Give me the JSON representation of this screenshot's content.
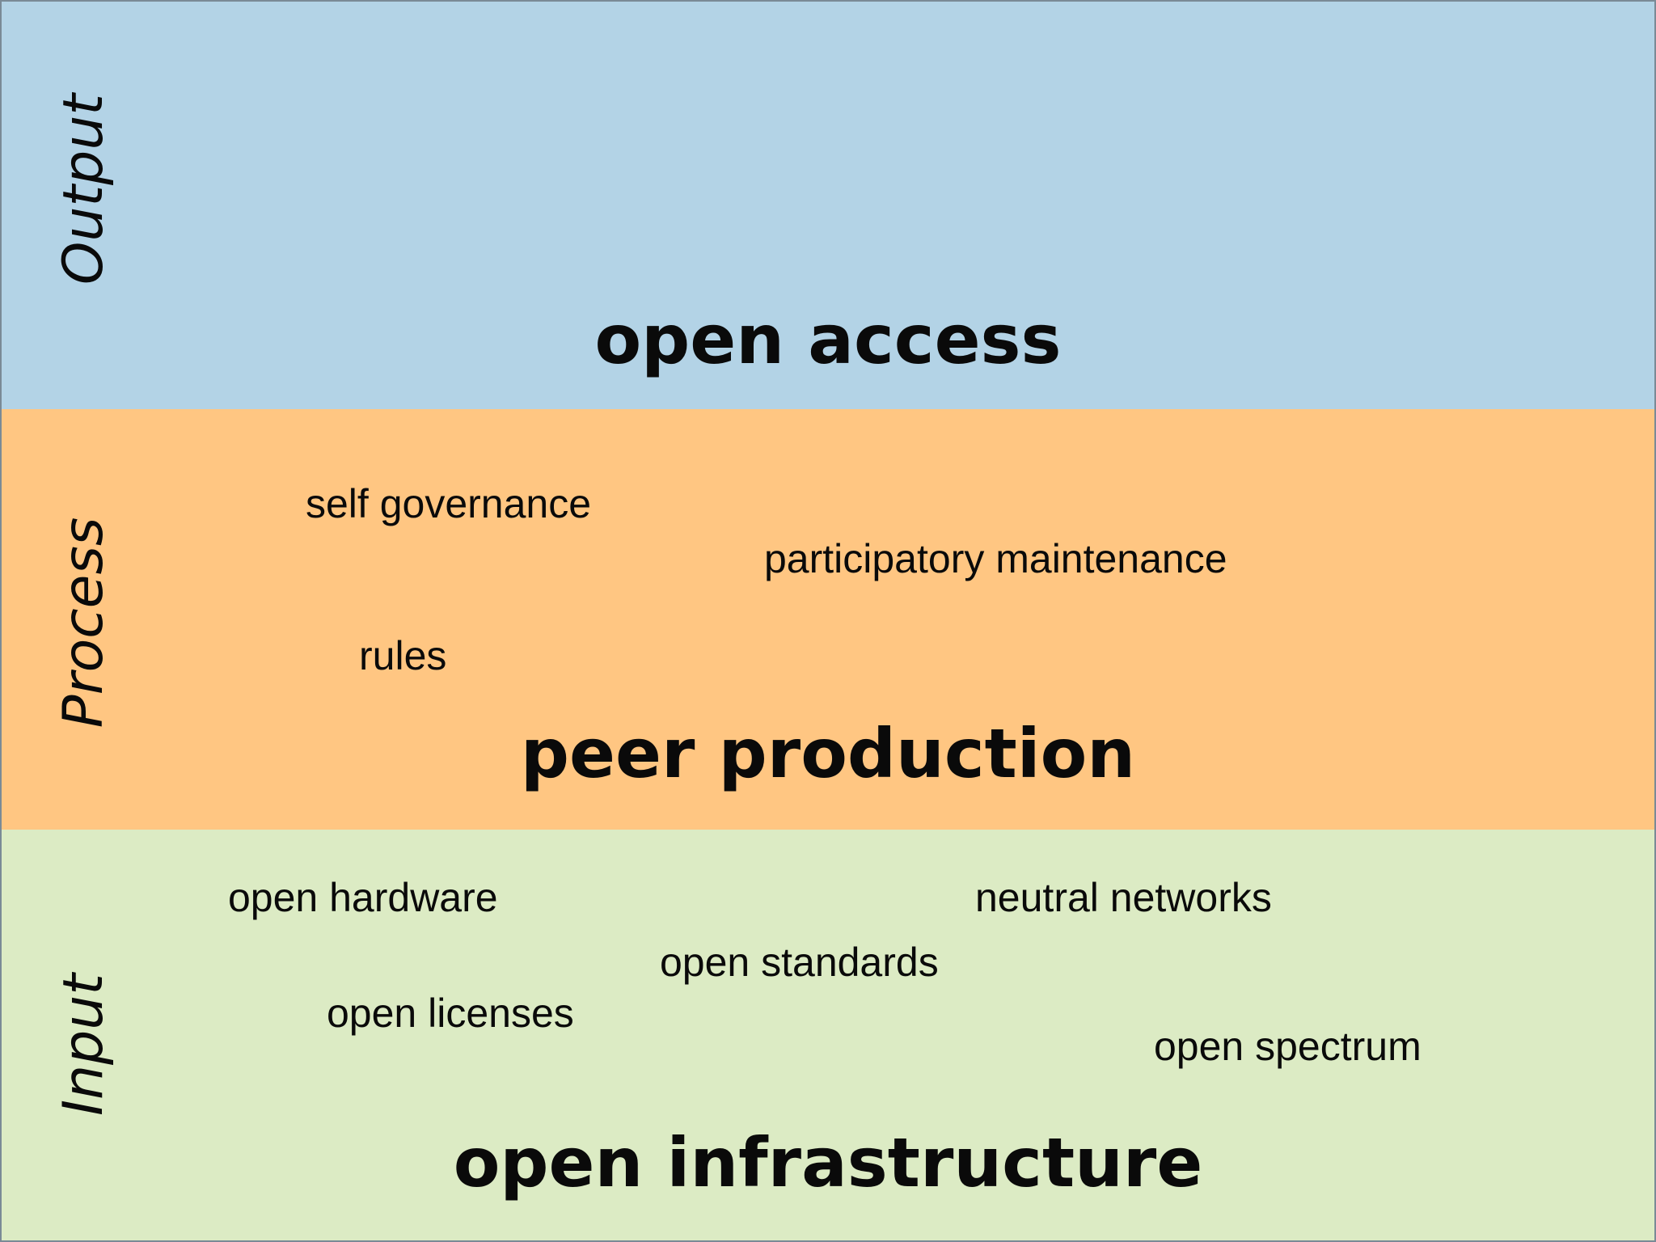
{
  "bands": {
    "output": {
      "label": "Output",
      "headline": "open access",
      "color": "#b3d3e6"
    },
    "process": {
      "label": "Process",
      "headline": "peer production",
      "color": "#ffc682",
      "terms": [
        "self governance",
        "participatory maintenance",
        "rules"
      ]
    },
    "input": {
      "label": "Input",
      "headline": "open infrastructure",
      "color": "#dcebc4",
      "terms": [
        "open hardware",
        "neutral networks",
        "open standards",
        "open licenses",
        "open spectrum"
      ]
    }
  }
}
